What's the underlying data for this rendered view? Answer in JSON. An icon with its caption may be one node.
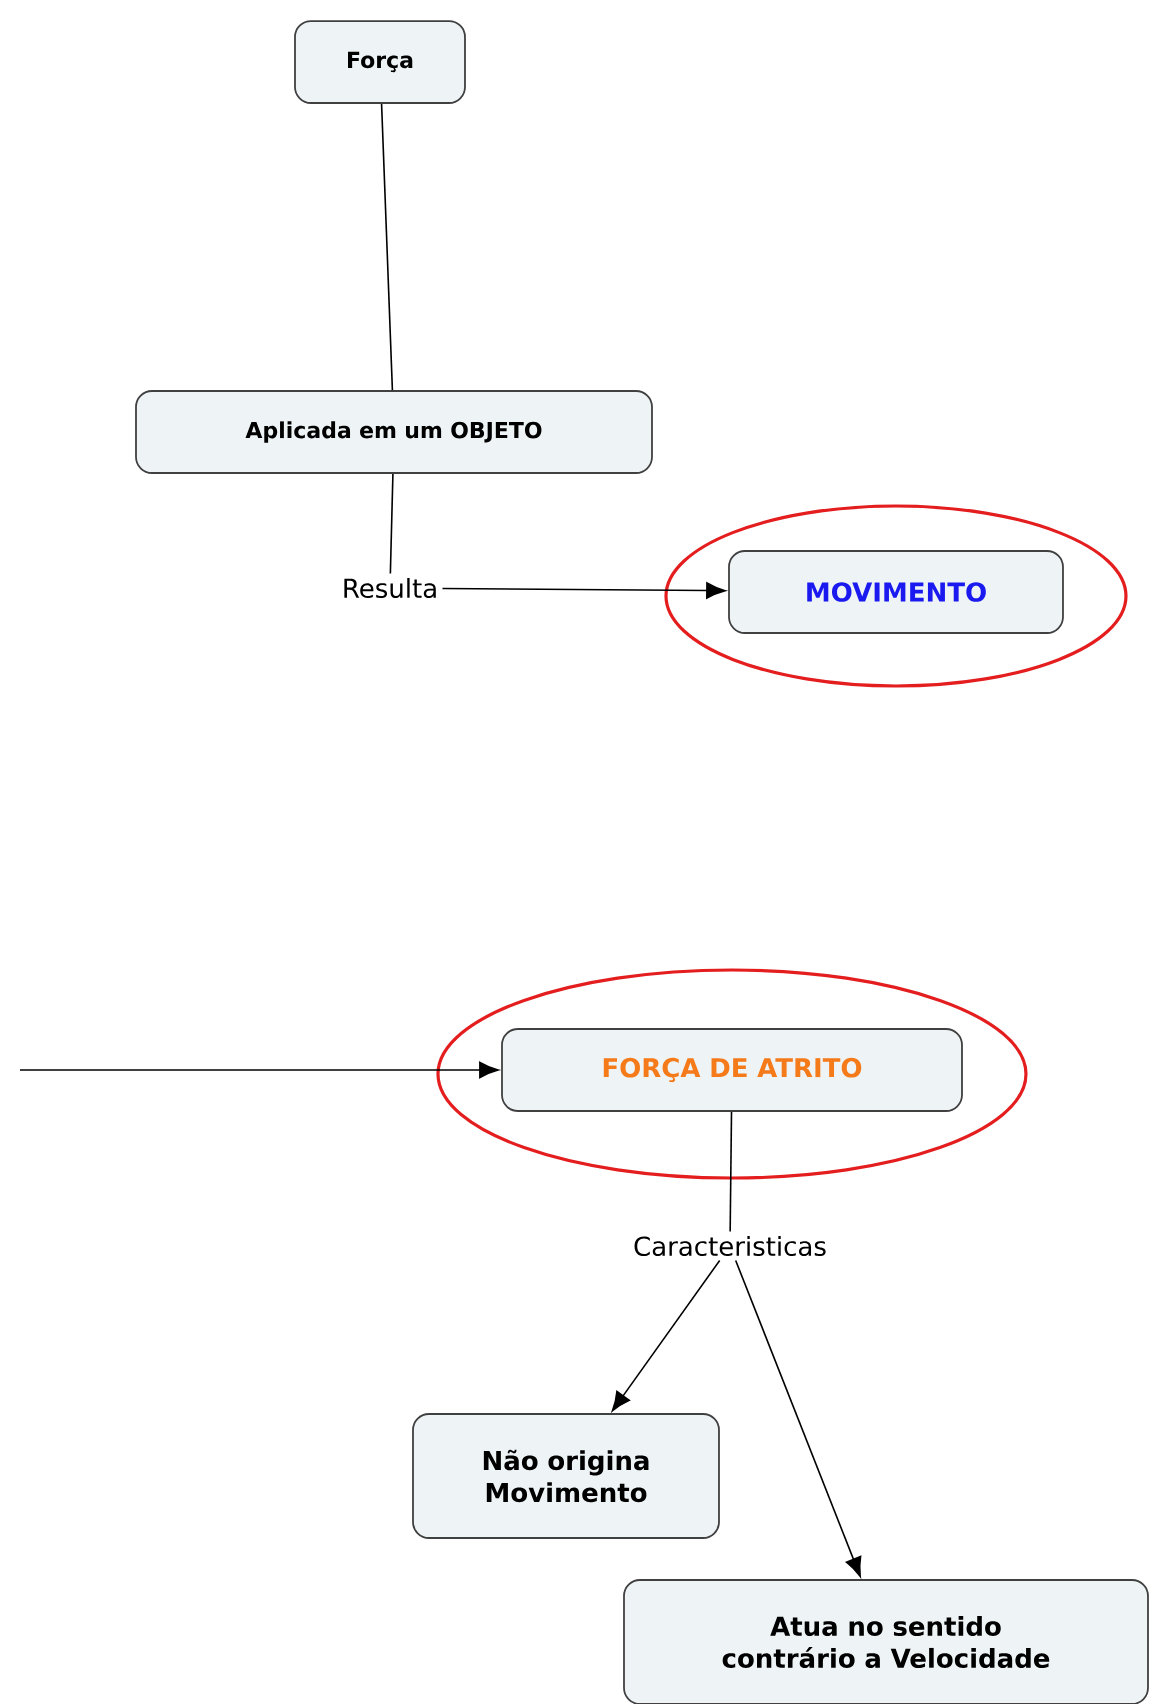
{
  "diagram": {
    "nodes": [
      {
        "text": [
          "Força"
        ]
      },
      {
        "text": [
          "Aplicada em um OBJETO"
        ]
      },
      {
        "text": [
          "Resulta"
        ]
      },
      {
        "text": [
          "MOVIMENTO"
        ]
      },
      {
        "text": [
          "FORÇA DE ATRITO"
        ]
      },
      {
        "text": [
          "Caracteristicas"
        ]
      },
      {
        "text": [
          "Não origina Movimento"
        ]
      },
      {
        "text": [
          "Atua no sentido contrário a Velocidade"
        ]
      }
    ],
    "edges": [
      {
        "from": 0,
        "to": 1,
        "arrow": "none"
      },
      {
        "from": 1,
        "to": 2,
        "arrow": "none"
      },
      {
        "from": 2,
        "to": 3,
        "arrow": "to"
      },
      {
        "from": null,
        "to": 4,
        "arrow": "to"
      },
      {
        "from": 4,
        "to": 5,
        "arrow": "none"
      },
      {
        "from": 5,
        "to": 6,
        "arrow": "to"
      },
      {
        "from": 5,
        "to": 7,
        "arrow": "to"
      }
    ]
  }
}
